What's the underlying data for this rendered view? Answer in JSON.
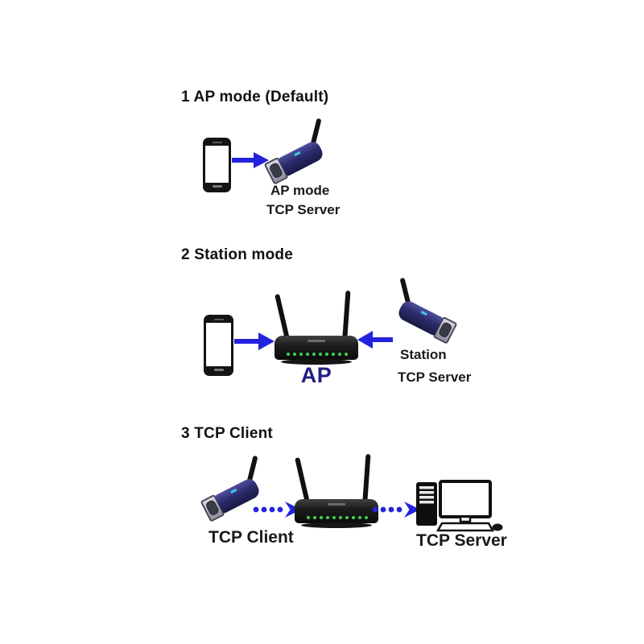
{
  "title": "Wi-Fi serial adapter working modes diagram",
  "colors": {
    "background": "#ffffff",
    "arrow_blue": "#2323dd",
    "ap_label_navy": "#1e1e82",
    "heading_text": "#111111",
    "label_text": "#1a1a1a",
    "adapter_body_navy": "#2b2b6b",
    "router_black": "#0b0b0b",
    "led_green": "#3ed14d"
  },
  "icons": {
    "smartphone": "css-shape",
    "serial-wifi-adapter": "css-shape",
    "wireless-router": "css-shape",
    "desktop-computer": "inline-svg",
    "solid-arrow": "inline-svg",
    "dotted-arrow": "inline-svg"
  },
  "sections": [
    {
      "heading": "1 AP mode (Default)",
      "device_label_line1": "AP mode",
      "device_label_line2": "TCP Server"
    },
    {
      "heading": "2 Station mode",
      "router_label": "AP",
      "device_label_line1": "Station",
      "device_label_line2": "TCP Server"
    },
    {
      "heading": "3 TCP Client",
      "adapter_label": "TCP Client",
      "computer_label": "TCP Server"
    }
  ]
}
